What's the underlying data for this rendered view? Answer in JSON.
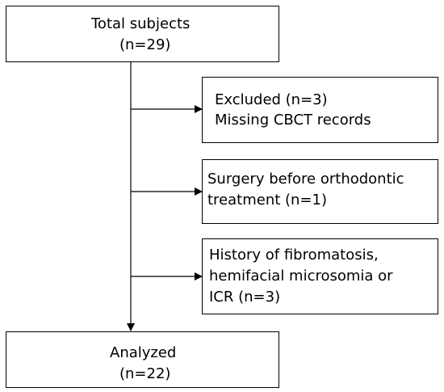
{
  "total": {
    "title": "Total subjects",
    "count": "(n=29)"
  },
  "excluded": [
    {
      "lines": [
        "Excluded (n=3)",
        "Missing CBCT records"
      ]
    },
    {
      "lines": [
        "Surgery before orthodontic",
        "treatment (n=1)"
      ]
    },
    {
      "lines": [
        "History of fibromatosis,",
        "hemifacial microsomia or",
        "ICR (n=3)"
      ]
    }
  ],
  "analyzed": {
    "title": "Analyzed",
    "count": "(n=22)"
  }
}
